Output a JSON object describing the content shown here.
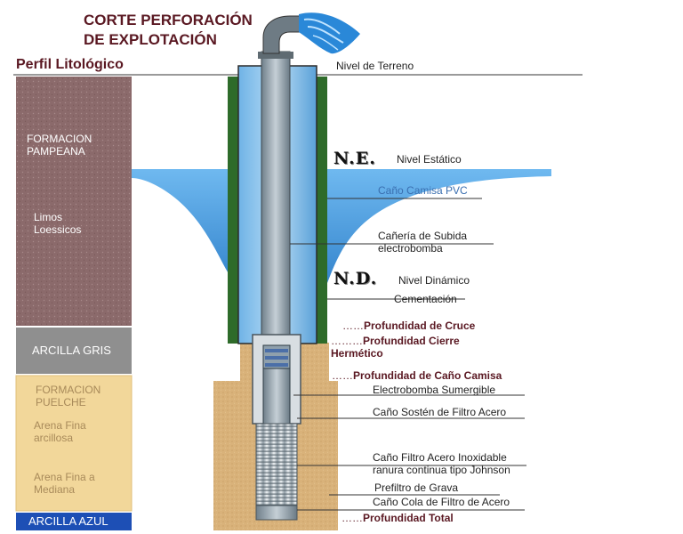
{
  "title": {
    "line1": "CORTE PERFORACIÓN",
    "line2": "DE EXPLOTACIÓN"
  },
  "profile": {
    "title": "Perfil Litológico",
    "layers": [
      {
        "label": "FORMACION PAMPEANA",
        "color": "#8b6a6b"
      },
      {
        "label": "Limos Loessicos",
        "color": "#8b6a6b"
      },
      {
        "label": "ARCILLA GRIS",
        "color": "#8f8f8f"
      },
      {
        "label": "FORMACION PUELCHE",
        "color": "#f2d79a"
      },
      {
        "label": "Arena Fina arcillosa",
        "color": "#f2d79a"
      },
      {
        "label": "Arena Fina a Mediana",
        "color": "#f2d79a"
      },
      {
        "label": "ARCILLA AZUL",
        "color": "#1d4fb5"
      }
    ]
  },
  "annotations": {
    "nivel_terreno": "Nivel de Terreno",
    "ne_abbr": "N.E.",
    "nivel_estatico": "Nivel Estático",
    "cano_camisa_pvc": "Caño Camisa PVC",
    "caneria_subida": "Cañería de Subida electrobomba",
    "nd_abbr": "N.D.",
    "nivel_dinamico": "Nivel Dinámico",
    "cementacion": "Cementación",
    "prof_cruce": "Profundidad de Cruce",
    "prof_cierre": "Profundidad Cierre Hermético",
    "prof_cano_camisa": "Profundidad de Caño Camisa",
    "electrobomba": "Electrobomba Sumergible",
    "cano_soston": "Caño Sostén de Filtro Acero",
    "cano_filtro": "Caño Filtro Acero Inoxidable ranura continua tipo Johnson",
    "prefiltro": "Prefiltro de Grava",
    "cano_cola": "Caño Cola de Filtro de Acero",
    "prof_total": "Profundidad Total"
  },
  "colors": {
    "title": "#5a1822",
    "pampeana": "#8b6a6b",
    "arcilla_gris": "#8f8f8f",
    "puelche": "#f2d79a",
    "arcilla_azul": "#1d4fb5",
    "water": "#2f8fd9",
    "casing_green": "#2e6b2a",
    "gravel": "#d9b27a"
  },
  "icons": [
    "water-outflow-icon",
    "pump-icon",
    "screen-filter-icon"
  ]
}
